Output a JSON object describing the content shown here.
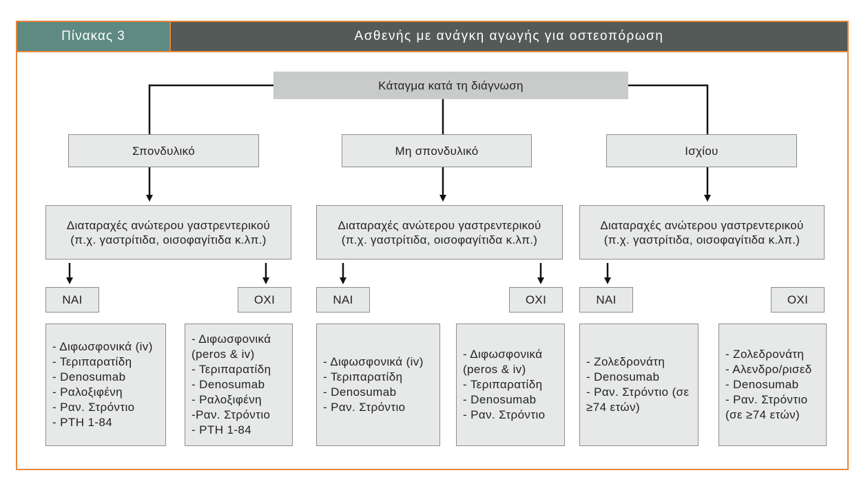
{
  "header": {
    "table_label": "Πίνακας 3",
    "title": "Ασθενής με ανάγκη αγωγής για οστεοπόρωση"
  },
  "root": {
    "label": "Κάταγμα κατά τη διάγνωση"
  },
  "branches": [
    {
      "label": "Σπονδυλικό",
      "question": [
        "Διαταραχές ανώτερου γαστρεντερικού",
        "(π.χ. γαστρίτιδα, οισοφαγίτιδα κ.λπ.)"
      ],
      "yes_label": "ΝΑΙ",
      "no_label": "ΟΧΙ",
      "yes_treatments": [
        "- Διφωσφονικά (iv)",
        "- Τεριπαρατίδη",
        "- Denosumab",
        "- Ραλοξιφένη",
        "- Ραν. Στρόντιο",
        "- PTH 1-84"
      ],
      "no_treatments": [
        "- Διφωσφονικά",
        "(peros & iv)",
        "- Τεριπαρατίδη",
        "- Denosumab",
        "- Ραλοξιφένη",
        "-Ραν. Στρόντιο",
        "- PTH 1-84"
      ]
    },
    {
      "label": "Μη σπονδυλικό",
      "question": [
        "Διαταραχές ανώτερου γαστρεντερικού",
        "(π.χ. γαστρίτιδα, οισοφαγίτιδα κ.λπ.)"
      ],
      "yes_label": "ΝΑΙ",
      "no_label": "ΟΧΙ",
      "yes_treatments": [
        "- Διφωσφονικά (iv)",
        "- Τεριπαρατίδη",
        "- Denosumab",
        "- Ραν. Στρόντιο"
      ],
      "no_treatments": [
        "- Διφωσφονικά",
        "(peros & iv)",
        "- Τεριπαρατίδη",
        "- Denosumab",
        "- Ραν. Στρόντιο"
      ]
    },
    {
      "label": "Ισχίου",
      "question": [
        "Διαταραχές ανώτερου γαστρεντερικού",
        "(π.χ. γαστρίτιδα, οισοφαγίτιδα κ.λπ.)"
      ],
      "yes_label": "ΝΑΙ",
      "no_label": "ΟΧΙ",
      "yes_treatments": [
        "- Ζολεδρονάτη",
        "- Denosumab",
        "- Ραν. Στρόντιο (σε",
        "≥74 ετών)"
      ],
      "no_treatments": [
        "- Ζολεδρονάτη",
        "- Αλενδρο/ρισεδ",
        "- Denosumab",
        "- Ραν. Στρόντιο",
        "(σε ≥74 ετών)"
      ]
    }
  ],
  "colors": {
    "border": "#e8873a",
    "label_bg": "#5e8a82",
    "title_bg": "#545a57",
    "box_bg": "#e7e8e8",
    "root_bg": "#c9caca"
  }
}
